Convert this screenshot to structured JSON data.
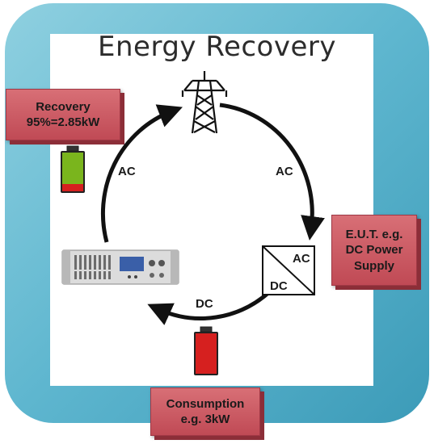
{
  "title": "Energy Recovery",
  "recovery": {
    "line1": "Recovery",
    "line2": "95%=2.85kW"
  },
  "eut": {
    "line1": "E.U.T. e.g.",
    "line2": "DC Power",
    "line3": "Supply"
  },
  "consumption": {
    "line1": "Consumption",
    "line2": "e.g. 3kW"
  },
  "flow_labels": {
    "ac_left": "AC",
    "ac_right": "AC",
    "dc_bottom": "DC"
  },
  "converter": {
    "top": "AC",
    "bottom": "DC"
  },
  "colors": {
    "frame": "#5eb6cf",
    "box": "#c8545e",
    "battery_green": "#7ab51d",
    "battery_red": "#d6201f"
  }
}
